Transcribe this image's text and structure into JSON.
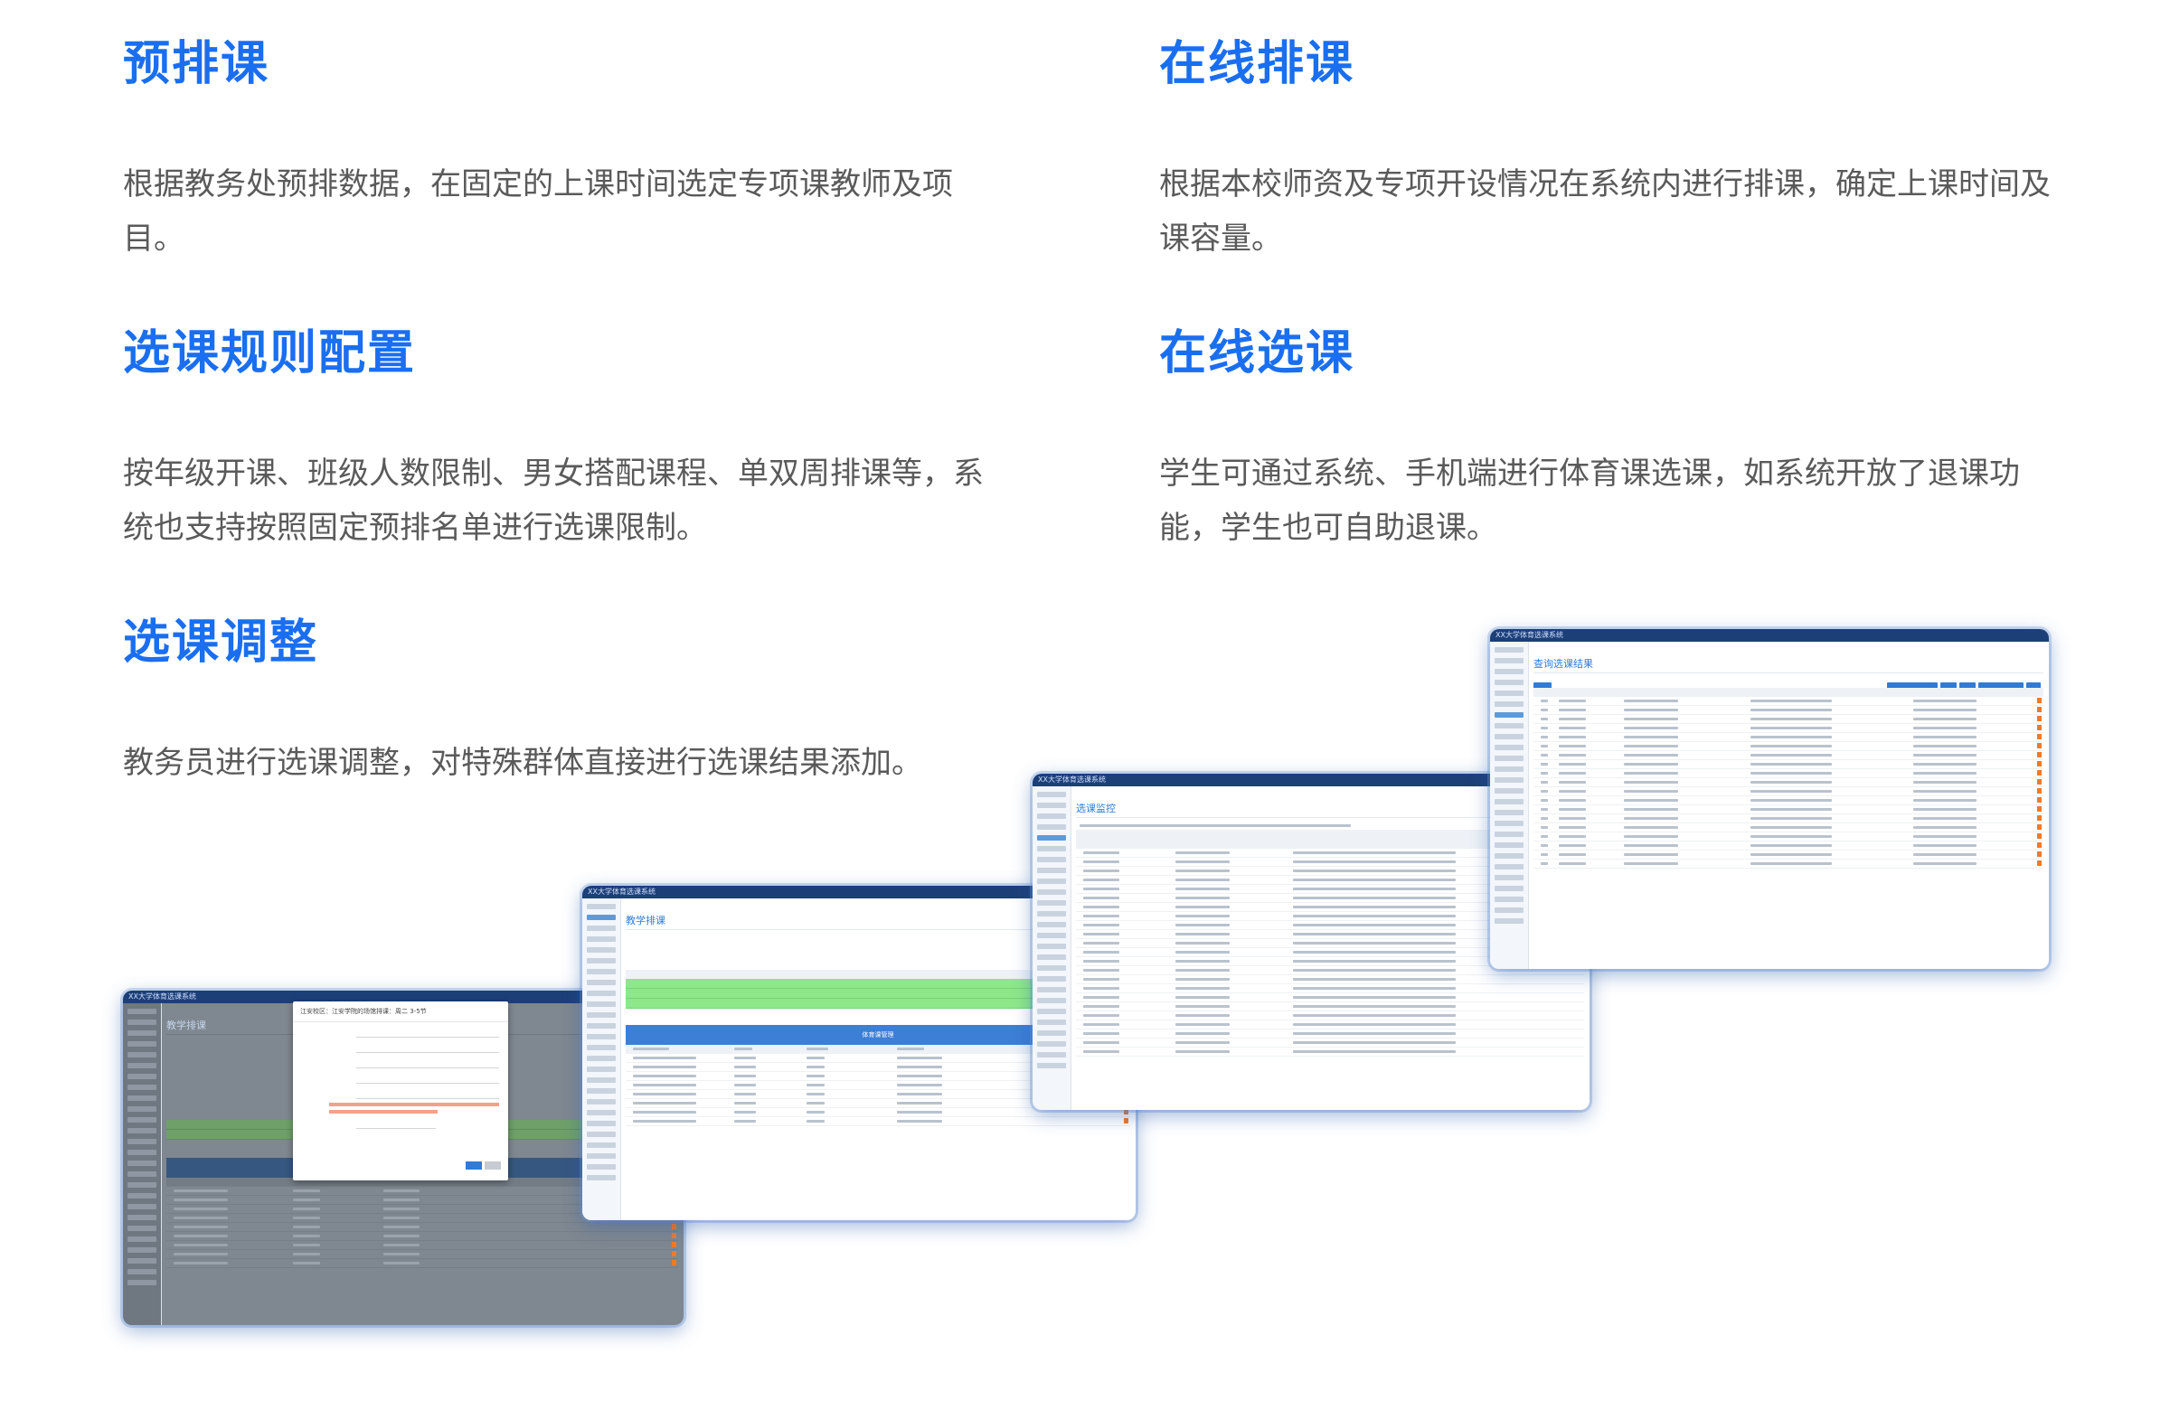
{
  "features": [
    {
      "title": "预排课",
      "desc": "根据教务处预排数据，在固定的上课时间选定专项课教师及项目。"
    },
    {
      "title": "在线排课",
      "desc": "根据本校师资及专项开设情况在系统内进行排课，确定上课时间及课容量。"
    },
    {
      "title": "选课规则配置",
      "desc": "按年级开课、班级人数限制、男女搭配课程、单双周排课等，系统也支持按照固定预排名单进行选课限制。"
    },
    {
      "title": "在线选课",
      "desc": "学生可通过系统、手机端进行体育课选课，如系统开放了退课功能，学生也可自助退课。"
    },
    {
      "title": "选课调整",
      "desc": "教务员进行选课调整，对特殊群体直接进行选课结果添加。"
    }
  ],
  "screenshots": [
    {
      "app_title": "XX大学体育选课系统",
      "page_title": "教学排课",
      "modal_title": "江安校区：江安学院的场馆排课：周二 3-5节"
    },
    {
      "app_title": "XX大学体育选课系统",
      "page_title": "教学排课",
      "table_caption": "体育课管理"
    },
    {
      "app_title": "XX大学体育选课系统",
      "page_title": "选课监控"
    },
    {
      "app_title": "XX大学体育选课系统",
      "page_title": "查询选课结果"
    }
  ]
}
